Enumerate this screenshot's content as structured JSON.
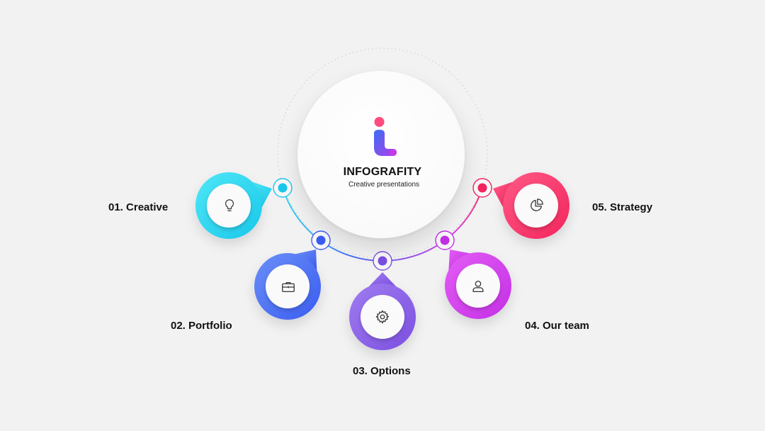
{
  "brand": {
    "title": "INFOGRAFITY",
    "subtitle": "Creative presentations",
    "logo_icon": "infografity-logo-icon"
  },
  "steps": [
    {
      "label": "01. Creative",
      "icon": "lightbulb-icon",
      "color_start": "#4fe7f7",
      "color_end": "#19c7ea"
    },
    {
      "label": "02. Portfolio",
      "icon": "briefcase-icon",
      "color_start": "#6b8ff8",
      "color_end": "#3a5cf0"
    },
    {
      "label": "03. Options",
      "icon": "gear-icon",
      "color_start": "#a07cf0",
      "color_end": "#7b4fe0"
    },
    {
      "label": "04. Our team",
      "icon": "user-icon",
      "color_start": "#e35df4",
      "color_end": "#c42fe6"
    },
    {
      "label": "05. Strategy",
      "icon": "pie-chart-icon",
      "color_start": "#ff5a86",
      "color_end": "#f3245c"
    }
  ],
  "colors": {
    "background": "#f2f2f3",
    "logo_dot": "#ff4b7d",
    "logo_body_start": "#3b6cf4",
    "logo_body_end": "#b33ee8"
  }
}
